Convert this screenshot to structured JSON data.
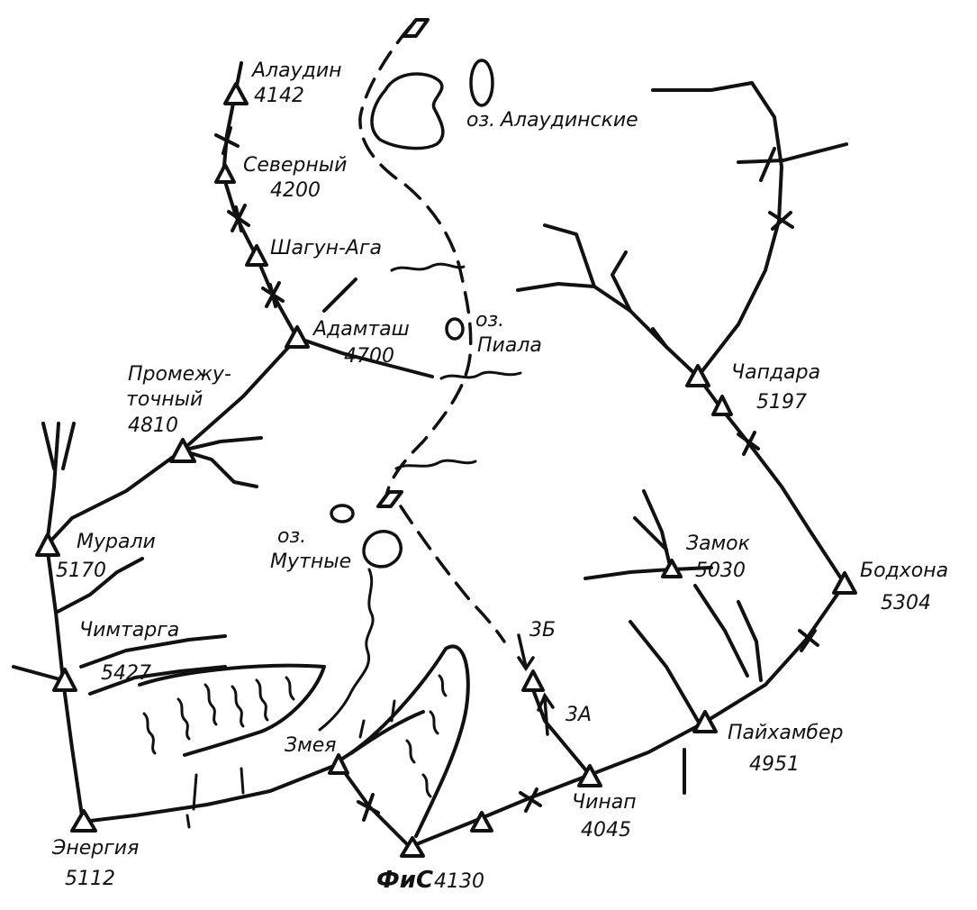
{
  "peaks": {
    "alaudin": {
      "name": "Алаудин",
      "height": "4142"
    },
    "severny": {
      "name": "Северный",
      "height": "4200"
    },
    "shagun_aga": {
      "name": "Шагун-Ага"
    },
    "adamtash": {
      "name": "Адамташ",
      "height": "4700"
    },
    "promezhutochny": {
      "name_line1": "Промежу-",
      "name_line2": "точный",
      "height": "4810"
    },
    "murali": {
      "name": "Мурали",
      "height": "5170"
    },
    "chimtarga": {
      "name": "Чимтарга",
      "height": "5427"
    },
    "energia": {
      "name": "Энергия",
      "height": "5112"
    },
    "zmeya": {
      "name": "Змея"
    },
    "fis": {
      "name": "ФиС",
      "height": "4130"
    },
    "chinap": {
      "name": "Чинап",
      "height": "4045"
    },
    "paikhamber": {
      "name": "Пайхамбер",
      "height": "4951"
    },
    "zamok": {
      "name": "Замок",
      "height": "5030"
    },
    "bodkhona": {
      "name": "Бодхона",
      "height": "5304"
    },
    "chapdara": {
      "name": "Чапдара",
      "height": "5197"
    }
  },
  "lakes": {
    "alaudinskie": {
      "prefix": "оз.",
      "name": "Алаудинские"
    },
    "piala": {
      "prefix": "оз.",
      "name": "Пиала"
    },
    "mutnye": {
      "prefix": "оз.",
      "name": "Мутные"
    }
  },
  "route_marks": {
    "r3b": "3Б",
    "r3a": "3А"
  },
  "legend_symbols": {
    "peak": "triangle",
    "pass": "cross",
    "hut": "tent"
  }
}
